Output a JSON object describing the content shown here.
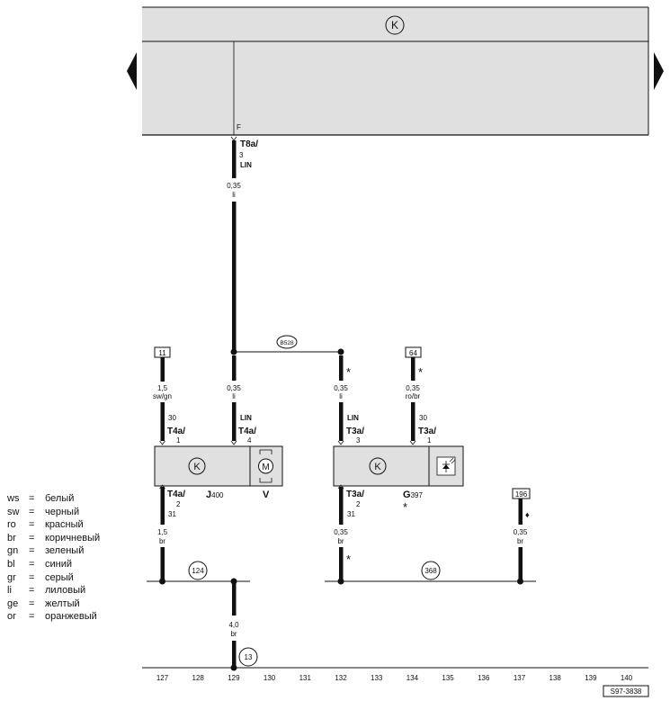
{
  "control_unit": {
    "symbol": "K",
    "pin_letter": "F",
    "pin_connector": "T8a/",
    "pin_number": "3",
    "pin_signal": "LIN"
  },
  "main_wire": {
    "size": "0,35",
    "color": "li"
  },
  "splice": {
    "label": "B528"
  },
  "terminals": {
    "t11": "11",
    "t64": "64",
    "t196": "196"
  },
  "wires": {
    "w127": {
      "size": "1,5",
      "color": "sw/gn",
      "pin_signal": "30",
      "connector": "T4a/",
      "pin": "1"
    },
    "w129": {
      "size": "0,35",
      "color": "li",
      "pin_signal": "LIN",
      "connector": "T4a/",
      "pin": "4"
    },
    "w132": {
      "size": "0,35",
      "color": "li",
      "pin_signal": "LIN",
      "connector": "T3a/",
      "pin": "3"
    },
    "w134": {
      "size": "0,35",
      "color": "ro/br",
      "pin_signal": "30",
      "connector": "T3a/",
      "pin": "1"
    }
  },
  "component_j400": {
    "symbol": "K",
    "label_main": "J",
    "label_sub": "400",
    "motor_label": "V",
    "motor_symbol": "M"
  },
  "component_g397": {
    "symbol": "K",
    "label_main": "G",
    "label_sub": "397"
  },
  "lower_wires": {
    "l127": {
      "connector": "T4a/",
      "pin": "2",
      "pin_signal": "31",
      "size": "1,5",
      "color": "br"
    },
    "l132": {
      "connector": "T3a/",
      "pin": "2",
      "pin_signal": "31",
      "size": "0,35",
      "color": "br"
    },
    "l137": {
      "size": "0,35",
      "color": "br"
    }
  },
  "grounds": {
    "g124": "124",
    "g368": "368",
    "g13": "13"
  },
  "ground_wire": {
    "size": "4,0",
    "color": "br"
  },
  "star": "*",
  "diamond": "♦",
  "x_axis": [
    "127",
    "128",
    "129",
    "130",
    "131",
    "132",
    "133",
    "134",
    "135",
    "136",
    "137",
    "138",
    "139",
    "140"
  ],
  "figure_id": "S97-3838",
  "legend": [
    {
      "code": "ws",
      "eq": "=",
      "name": "белый"
    },
    {
      "code": "sw",
      "eq": "=",
      "name": "черный"
    },
    {
      "code": "ro",
      "eq": "=",
      "name": "красный"
    },
    {
      "code": "br",
      "eq": "=",
      "name": "коричневый"
    },
    {
      "code": "gn",
      "eq": "=",
      "name": "зеленый"
    },
    {
      "code": "bl",
      "eq": "=",
      "name": "синий"
    },
    {
      "code": "gr",
      "eq": "=",
      "name": "серый"
    },
    {
      "code": "li",
      "eq": "=",
      "name": "лиловый"
    },
    {
      "code": "ge",
      "eq": "=",
      "name": "желтый"
    },
    {
      "code": "or",
      "eq": "=",
      "name": "оранжевый"
    }
  ],
  "colors": {
    "fill": "#e0e0e0",
    "wire": "#111111"
  }
}
